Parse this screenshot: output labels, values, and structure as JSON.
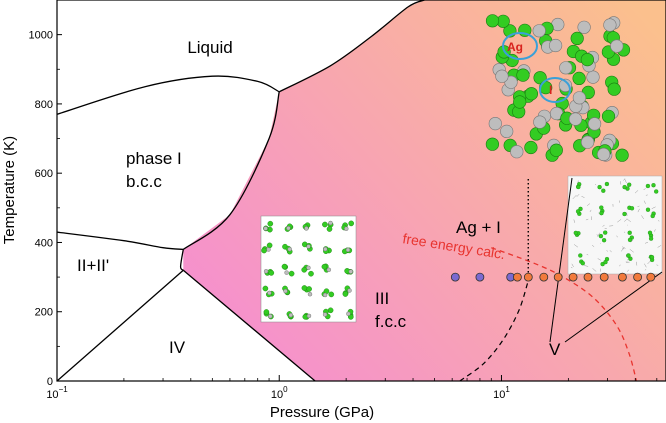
{
  "chart_data": {
    "type": "scatter",
    "title": "",
    "xlabel": "Pressure (GPa)",
    "ylabel": "Temperature (K)",
    "xscale": "log",
    "xlim": [
      0.1,
      55
    ],
    "ylim": [
      0,
      1100
    ],
    "x_ticks": [
      {
        "value": 0.1,
        "base": "10",
        "exp": "−1"
      },
      {
        "value": 1,
        "base": "10",
        "exp": "0"
      },
      {
        "value": 10,
        "base": "10",
        "exp": "1"
      }
    ],
    "y_ticks": [
      "0",
      "200",
      "400",
      "600",
      "800",
      "1000"
    ],
    "region_labels": {
      "liquid": "Liquid",
      "phase1_name": "phase I",
      "phase1_struct": "b.c.c",
      "phase2": "II+II'",
      "phase3_name": "III",
      "phase3_struct": "f.c.c",
      "phase4": "IV",
      "phase5": "V",
      "ag_i": "Ag + I"
    },
    "annotations": {
      "free_energy": "free energy calc.",
      "atom_ag": "Ag",
      "atom_i": "I"
    },
    "colors": {
      "superionic_start": "#f58fcf",
      "superionic_end": "#fbc08d",
      "purple_points": "#7b6ad1",
      "orange_points": "#f27a3c",
      "free_energy_line": "#e8342f",
      "ag_atom": "#bdbdbd",
      "i_atom": "#33cc22"
    },
    "phase_boundaries": [
      {
        "name": "liquid-I",
        "points": [
          [
            0.1,
            770
          ],
          [
            0.25,
            850
          ],
          [
            0.5,
            880
          ],
          [
            0.8,
            865
          ],
          [
            1.0,
            835
          ]
        ]
      },
      {
        "name": "liquid-superionic",
        "points": [
          [
            1.0,
            835
          ],
          [
            1.7,
            910
          ],
          [
            2.6,
            995
          ],
          [
            3.8,
            1080
          ],
          [
            4.5,
            1100
          ]
        ]
      },
      {
        "name": "I-II",
        "points": [
          [
            0.1,
            430
          ],
          [
            0.2,
            405
          ],
          [
            0.3,
            385
          ],
          [
            0.37,
            380
          ]
        ]
      },
      {
        "name": "I-superionic",
        "points": [
          [
            0.37,
            380
          ],
          [
            0.6,
            480
          ],
          [
            0.9,
            700
          ],
          [
            1.0,
            835
          ]
        ]
      },
      {
        "name": "II-IV",
        "points": [
          [
            0.1,
            0
          ],
          [
            0.37,
            320
          ]
        ]
      },
      {
        "name": "II-III",
        "points": [
          [
            0.37,
            380
          ],
          [
            0.36,
            330
          ],
          [
            0.37,
            320
          ]
        ]
      },
      {
        "name": "III-IV",
        "points": [
          [
            0.37,
            320
          ],
          [
            1.45,
            0
          ]
        ]
      }
    ],
    "series": [
      {
        "name": "",
        "points": [
          [
            6.2,
            300
          ],
          [
            8.0,
            300
          ],
          [
            11.0,
            300
          ]
        ]
      },
      {
        "name": "",
        "points": [
          [
            11.8,
            300
          ],
          [
            13.2,
            300
          ],
          [
            15.5,
            300
          ],
          [
            18.0,
            300
          ],
          [
            21.0,
            300
          ],
          [
            24.5,
            300
          ],
          [
            29.0,
            300
          ],
          [
            35.0,
            300
          ],
          [
            41.0,
            300
          ],
          [
            47.0,
            300
          ]
        ]
      }
    ],
    "free_energy_curve": [
      [
        9.0,
        385
      ],
      [
        14.0,
        340
      ],
      [
        19.0,
        300
      ],
      [
        26.0,
        240
      ],
      [
        33.0,
        160
      ],
      [
        37.5,
        80
      ],
      [
        40.5,
        0
      ]
    ],
    "black_dashed_curve": [
      [
        6.5,
        0
      ],
      [
        8.3,
        50
      ],
      [
        10.2,
        120
      ],
      [
        12.0,
        205
      ],
      [
        13.2,
        290
      ]
    ],
    "vertical_dotted_x": 13.2,
    "vertical_dotted_range": [
      290,
      585
    ],
    "legend": "none",
    "grid": false
  }
}
